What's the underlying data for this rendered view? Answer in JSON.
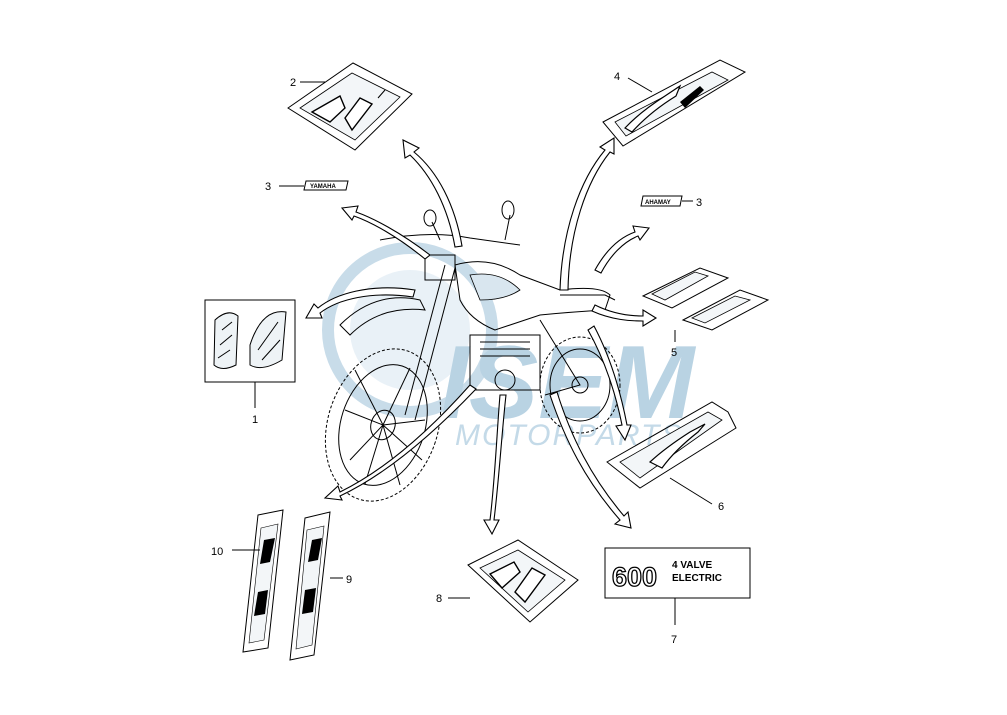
{
  "watermark": {
    "brand": "ISEM",
    "subtitle": "MOTORPARTS",
    "color": "#b9d3e3"
  },
  "decals": {
    "yamaha_text": "YAMAHA",
    "yamaha_text_mirrored": "AHAMAY",
    "emblem_600_number": "600",
    "emblem_600_line1": "4 VALVE",
    "emblem_600_line2": "ELECTRIC"
  },
  "callouts": [
    {
      "id": "1",
      "label": "1"
    },
    {
      "id": "2",
      "label": "2"
    },
    {
      "id": "3a",
      "label": "3"
    },
    {
      "id": "3b",
      "label": "3"
    },
    {
      "id": "4",
      "label": "4"
    },
    {
      "id": "5",
      "label": "5"
    },
    {
      "id": "6",
      "label": "6"
    },
    {
      "id": "7",
      "label": "7"
    },
    {
      "id": "8",
      "label": "8"
    },
    {
      "id": "9",
      "label": "9"
    },
    {
      "id": "10",
      "label": "10"
    }
  ]
}
